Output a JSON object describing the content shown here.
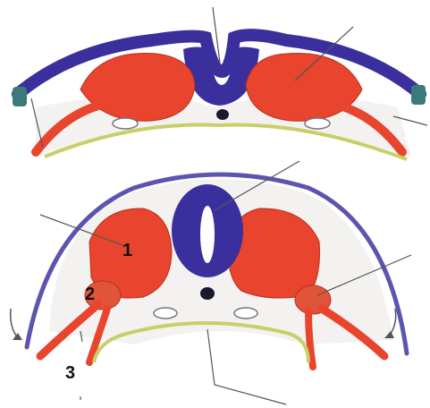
{
  "diagram": {
    "labels": [
      "1",
      "2",
      "3"
    ]
  },
  "colors": {
    "neural_tube": "#3b2f9e",
    "somite": "#e8442e",
    "endoderm": "#c9cf68",
    "mesenchyme": "#f3f2f0",
    "arrow": "#555555"
  }
}
